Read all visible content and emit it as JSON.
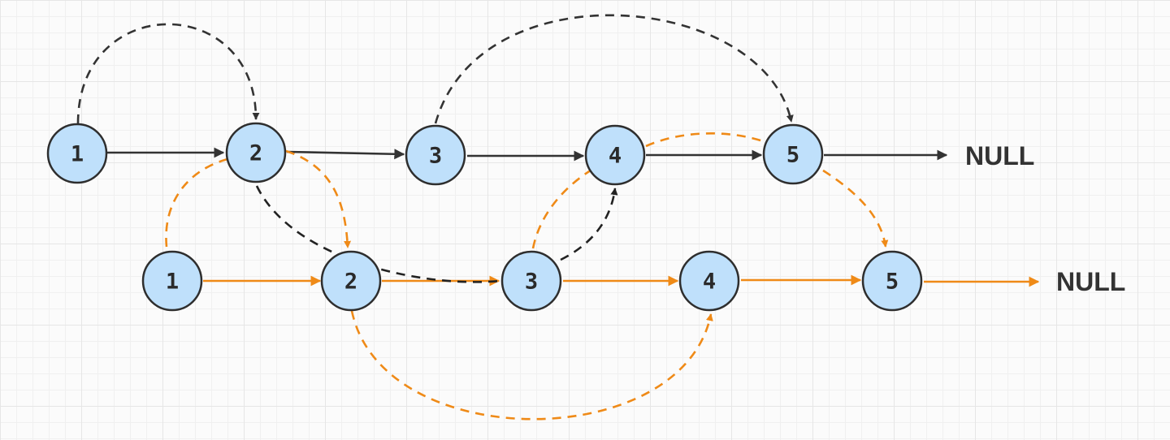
{
  "colors": {
    "black_edge": "#333333",
    "orange_edge": "#ef8a17",
    "dark_dashed": "#222222",
    "node_fill": "#bfe0fb",
    "node_stroke": "#2e2e2e"
  },
  "lists": [
    {
      "id": "top",
      "nodes": [
        "1",
        "2",
        "3",
        "4",
        "5"
      ],
      "terminator": "NULL"
    },
    {
      "id": "bottom",
      "nodes": [
        "1",
        "2",
        "3",
        "4",
        "5"
      ],
      "terminator": "NULL"
    }
  ]
}
